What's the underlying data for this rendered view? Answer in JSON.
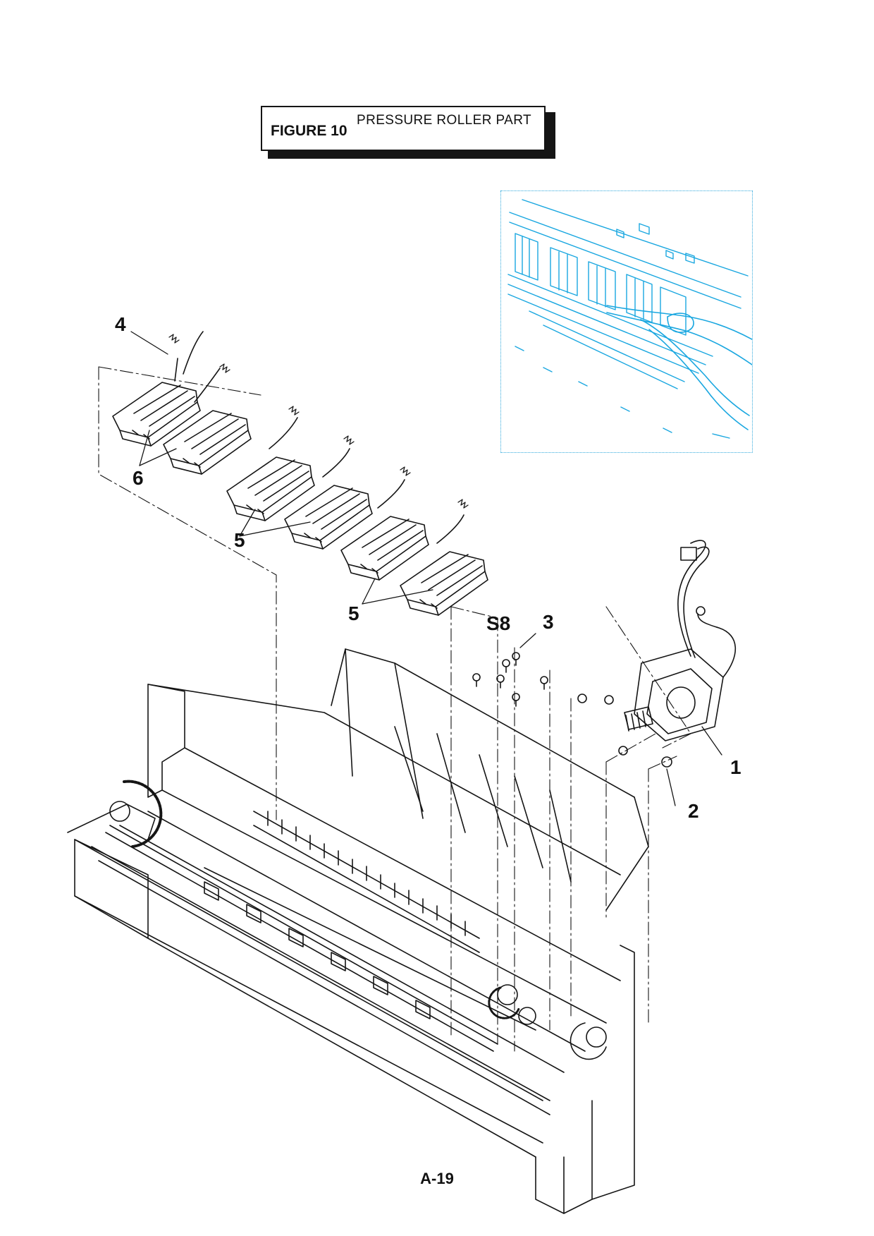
{
  "figure": {
    "number_label": "FIGURE 10",
    "title": "PRESSURE ROLLER PART"
  },
  "callouts": {
    "c1": "1",
    "c2": "2",
    "c3": "3",
    "c4": "4",
    "c5a": "5",
    "c5b": "5",
    "c6": "6",
    "s8": "S8"
  },
  "page_number": "A-19",
  "colors": {
    "line_art": "#151515",
    "inset_line": "#1aa7e0"
  }
}
